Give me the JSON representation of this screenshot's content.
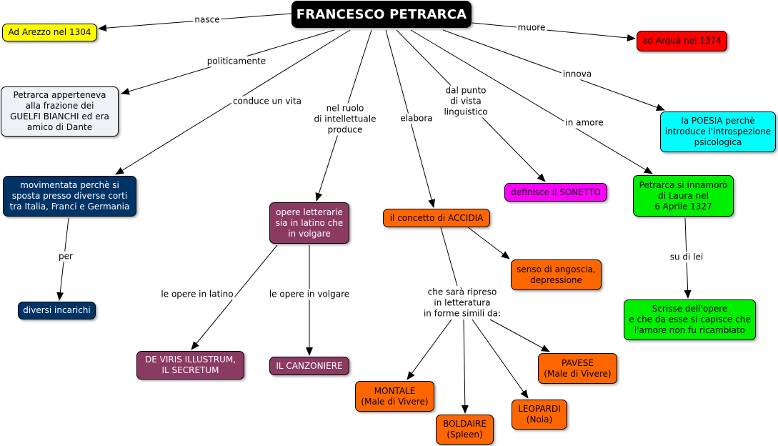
{
  "colors": {
    "black": "#000000",
    "yellow": "#ffff00",
    "red": "#ff0000",
    "pale": "#eef2f6",
    "navy": "#003366",
    "plum": "#8b3a62",
    "orange": "#ff6600",
    "magenta": "#ff00ff",
    "cyan": "#00ffff",
    "green": "#00ee00"
  },
  "nodes": {
    "title": "FRANCESCO PETRARCA",
    "arezzo": "Ad Arezzo nel 1304",
    "arqua": "ad Arquà nel 1374",
    "guelfi": "Petrarca apperteneva\nalla frazione dei\nGUELFI BIANCHI ed era\namico di Dante",
    "poesia": "la POESIA perchè\nintroduce l'introspezione\npsicologica",
    "vita": "movimentata perchè si\nsposta presso diverse corti\ntra Italia, Franci e Germania",
    "incarichi": "diversi incarichi",
    "opere": "opere letterarie\nsia in latino che\nin volgare",
    "deviris": "DE VIRIS ILLUSTRUM,\nIL SECRETUM",
    "canzoniere": "IL CANZONIERE",
    "accidia": "il concetto di ACCIDIA",
    "angoscia": "senso di angoscia,\ndepressione",
    "sonetto": "definisce il SONETTO",
    "laura": "Petrarca si innamorò\ndi Laura nel\n6 Aprile 1327",
    "scrisse": "Scrisse dell'opere\ne che da esse si capisce che\nl'amore non fu ricambiato",
    "montale": "MONTALE\n(Male di Vivere)",
    "boldaire": "BOLDAIRE\n(Spleen)",
    "leopardi": "LEOPARDI\n(Noia)",
    "pavese": "PAVESE\n(Male di Vivere)"
  },
  "labels": {
    "nasce": "nasce",
    "muore": "muore",
    "politicamente": "politicamente",
    "innova": "innova",
    "conduce": "conduce un vita",
    "ruolo": "nel ruolo\ndi intellettuale\nproduce",
    "elabora": "elabora",
    "linguistico": "dal punto\ndi vista\nlinguistico",
    "amore": "in amore",
    "per": "per",
    "latino": "le opere in latino",
    "volgare": "le opere in volgare",
    "ripreso": "che sarà ripreso\nin letteratura\nin forme simili da:",
    "sudilei": "su di lei"
  }
}
